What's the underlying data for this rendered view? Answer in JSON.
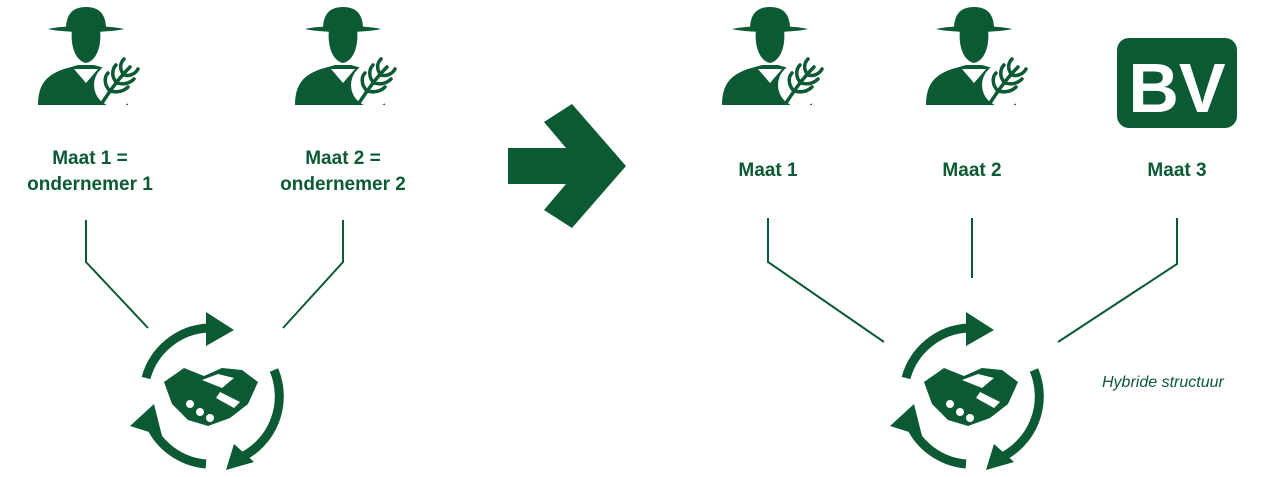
{
  "colors": {
    "primary": "#0b5a33",
    "background": "#ffffff"
  },
  "left": {
    "partner1": {
      "line1": "Maat 1 =",
      "line2": "ondernemer 1",
      "icon": "farmer-icon"
    },
    "partner2": {
      "line1": "Maat 2 =",
      "line2": "ondernemer 2",
      "icon": "farmer-icon"
    },
    "partnership_icon": "handshake-cycle-icon"
  },
  "arrow_icon": "arrow-right-icon",
  "right": {
    "partner1": {
      "label": "Maat 1",
      "icon": "farmer-icon"
    },
    "partner2": {
      "label": "Maat 2",
      "icon": "farmer-icon"
    },
    "partner3": {
      "label": "Maat 3",
      "badge": "BV",
      "icon": "bv-badge-icon"
    },
    "partnership_icon": "handshake-cycle-icon",
    "caption": "Hybride structuur"
  }
}
